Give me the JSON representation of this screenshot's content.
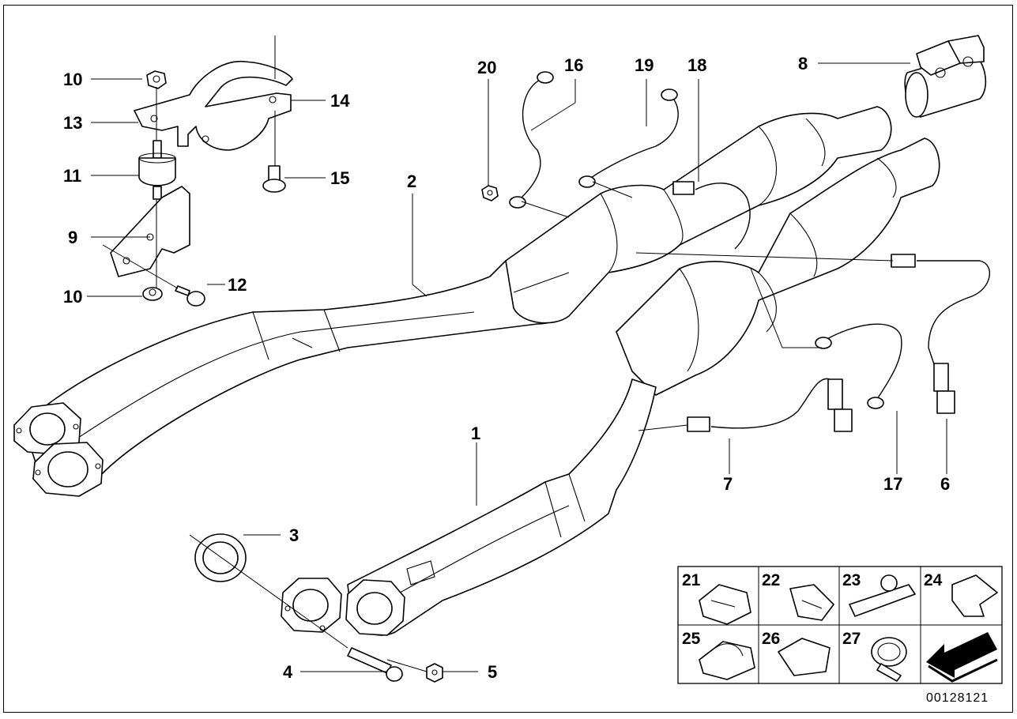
{
  "diagram": {
    "callouts": {
      "c1": "1",
      "c2": "2",
      "c3": "3",
      "c4": "4",
      "c5": "5",
      "c6": "6",
      "c7": "7",
      "c8": "8",
      "c9": "9",
      "c10a": "10",
      "c10b": "10",
      "c11": "11",
      "c12": "12",
      "c13": "13",
      "c14": "14",
      "c15": "15",
      "c16": "16",
      "c17": "17",
      "c18": "18",
      "c19": "19",
      "c20": "20"
    },
    "grid": {
      "g21": "21",
      "g22": "22",
      "g23": "23",
      "g24": "24",
      "g25": "25",
      "g26": "26",
      "g27": "27"
    },
    "doc_id": "00128121"
  }
}
